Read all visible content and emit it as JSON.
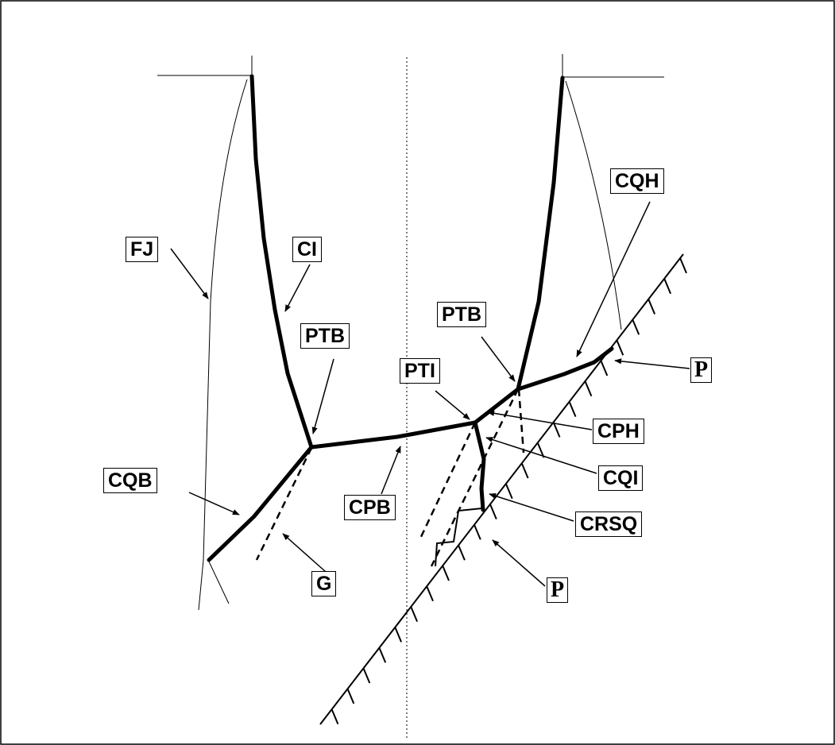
{
  "labels": {
    "fj": "FJ",
    "ci": "CI",
    "ptb_left": "PTB",
    "cqb": "CQB",
    "g": "G",
    "cpb": "CPB",
    "pti": "PTI",
    "ptb_right": "PTB",
    "cqh": "CQH",
    "p_upper": "P",
    "cph": "CPH",
    "cqi": "CQI",
    "crsq": "CRSQ",
    "p_lower": "P"
  }
}
